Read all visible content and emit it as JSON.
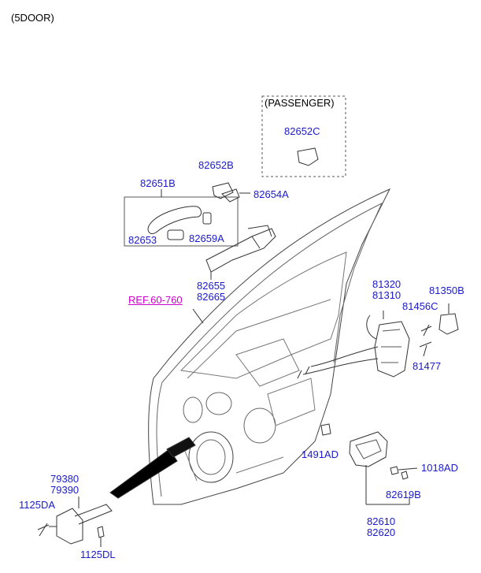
{
  "header": {
    "title": "(5DOOR)"
  },
  "passenger_box": {
    "title": "(PASSENGER)",
    "part": "82652C"
  },
  "parts": {
    "p82652B": "82652B",
    "p82651B": "82651B",
    "p82654A": "82654A",
    "p82653": "82653",
    "p82659A": "82659A",
    "p82655": "82655",
    "p82665": "82665",
    "ref": "REF.60-760",
    "p81320": "81320",
    "p81310": "81310",
    "p81350B": "81350B",
    "p81456C": "81456C",
    "p81477": "81477",
    "p1491AD": "1491AD",
    "p1018AD": "1018AD",
    "p82619B": "82619B",
    "p82610": "82610",
    "p82620": "82620",
    "p79380": "79380",
    "p79390": "79390",
    "p1125DA": "1125DA",
    "p1125DL": "1125DL"
  }
}
